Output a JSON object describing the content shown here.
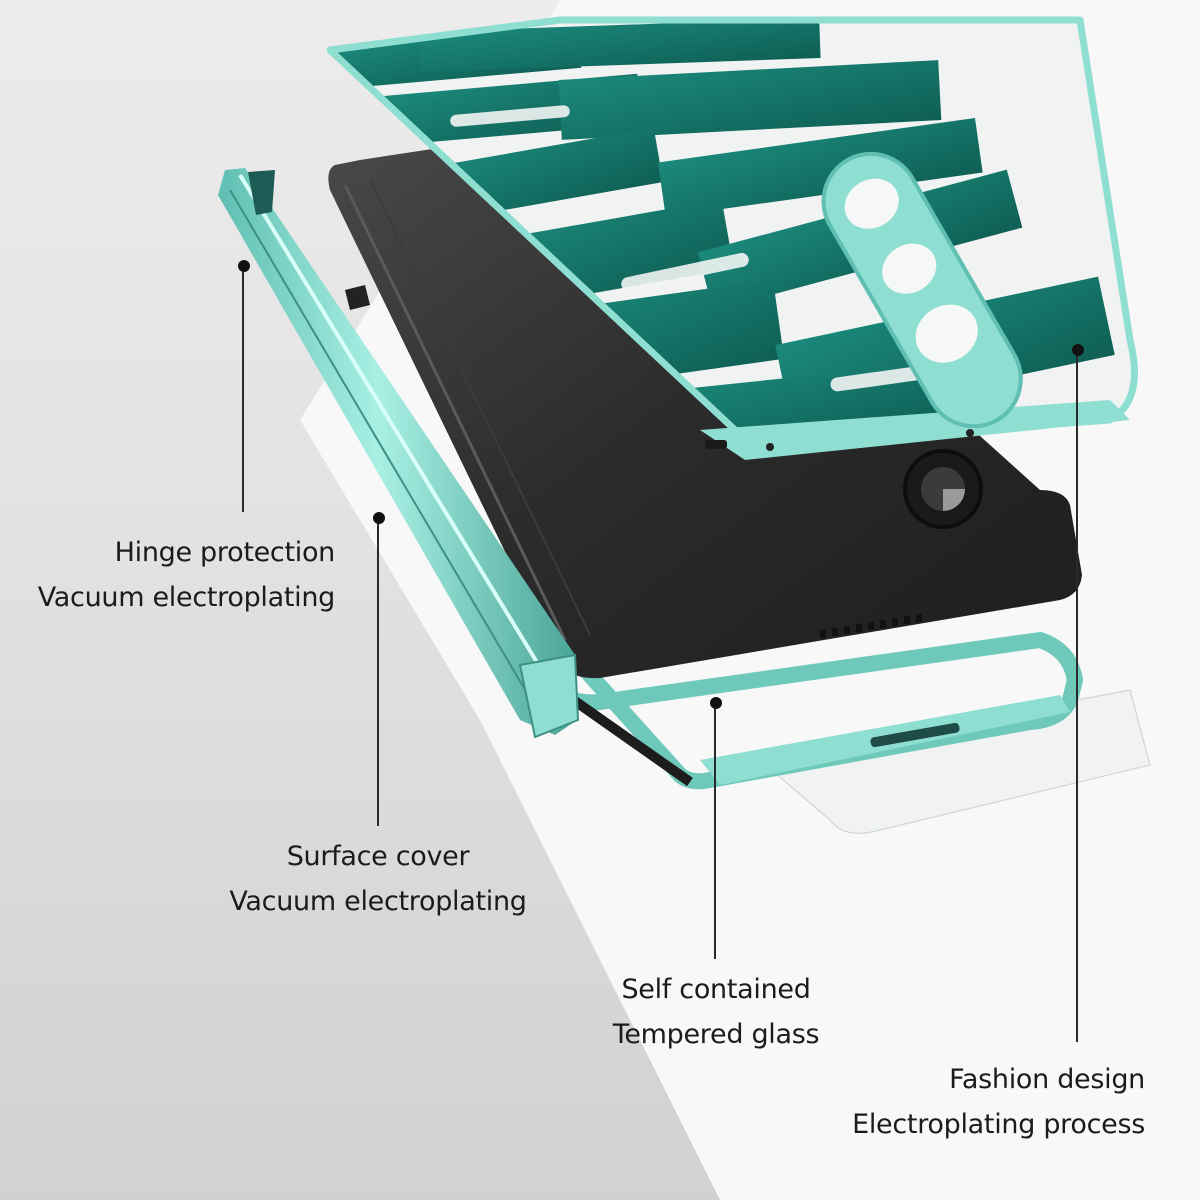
{
  "image": {
    "subject": "Exploded view of foldable phone case with electroplated frame",
    "colors": {
      "background_gray": "#d2d1d2",
      "background_white": "#fafafa",
      "case_green": "#11695e",
      "electroplate_mint": "#8fded2",
      "phone_black": "#2a2a2a",
      "text": "#1b1b1b"
    }
  },
  "callouts": [
    {
      "id": "hinge",
      "line1": "Hinge protection",
      "line2": "Vacuum electroplating"
    },
    {
      "id": "surface",
      "line1": "Surface cover",
      "line2": "Vacuum electroplating"
    },
    {
      "id": "glass",
      "line1": "Self contained",
      "line2": "Tempered glass"
    },
    {
      "id": "fashion",
      "line1": "Fashion design",
      "line2": "Electroplating process"
    }
  ]
}
